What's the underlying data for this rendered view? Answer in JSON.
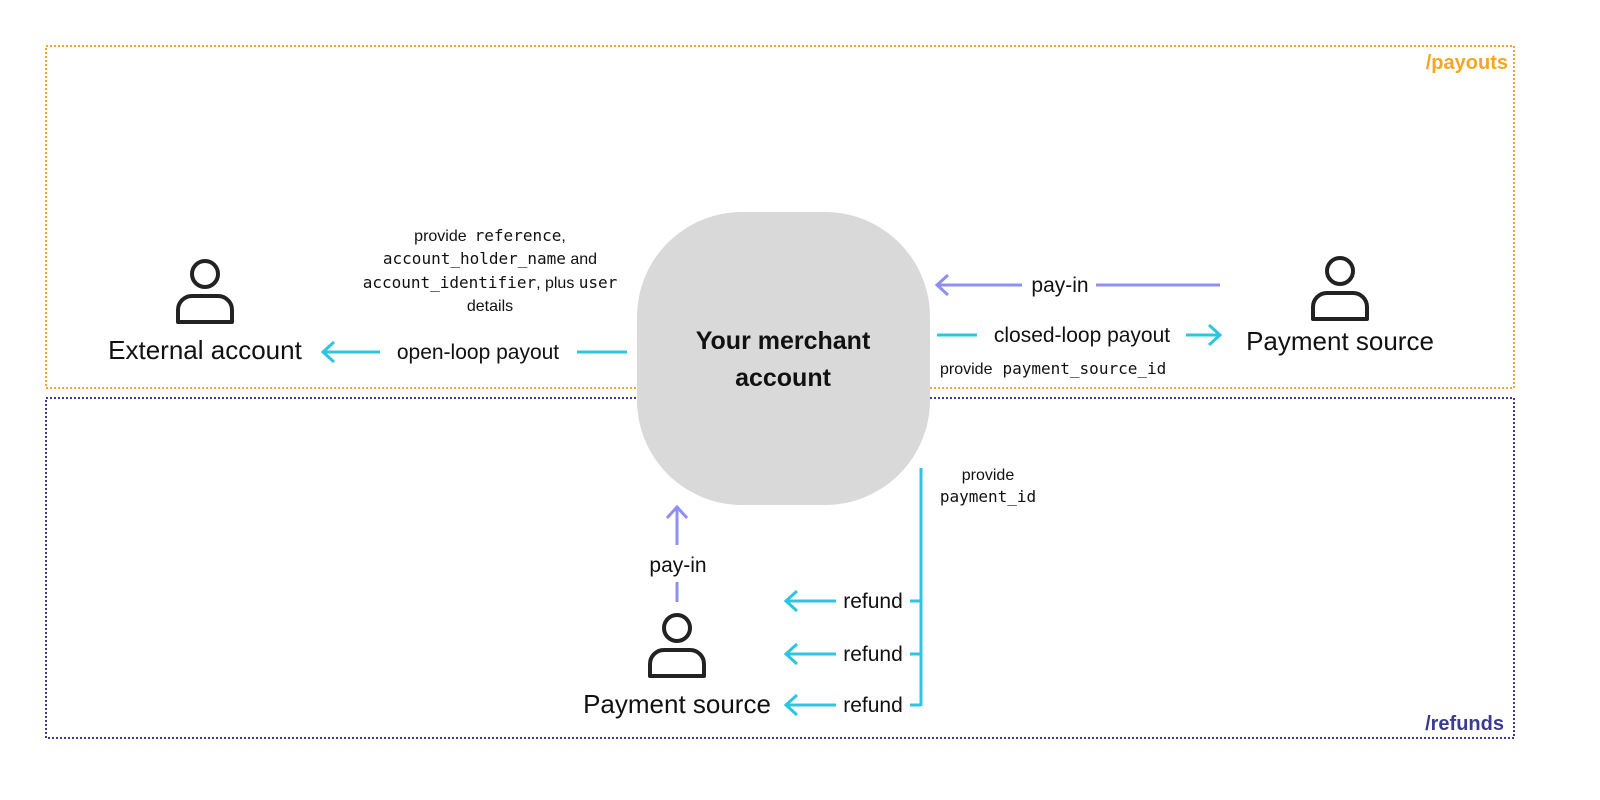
{
  "zones": {
    "payouts": {
      "label": "/payouts",
      "color": "#f5a623"
    },
    "refunds": {
      "label": "/refunds",
      "color": "#3b3b8f"
    }
  },
  "center": {
    "line1": "Your merchant",
    "line2": "account"
  },
  "actors": {
    "external": "External account",
    "payment_source_right": "Payment source",
    "payment_source_bottom": "Payment source"
  },
  "arrows": {
    "open_loop": "open-loop payout",
    "pay_in_right": "pay-in",
    "closed_loop": "closed-loop payout",
    "pay_in_bottom": "pay-in",
    "refunds": [
      "refund",
      "refund",
      "refund"
    ]
  },
  "notes": {
    "open_loop": {
      "provide": "provide",
      "reference": "reference",
      "comma": ",",
      "holder": "account_holder_name",
      "and": " and",
      "identifier": "account_identifier",
      "plus": ", plus ",
      "user": "user",
      "details": "details"
    },
    "closed_loop": {
      "provide": "provide",
      "field": "payment_source_id"
    },
    "refund": {
      "provide": "provide",
      "field": "payment_id"
    }
  },
  "colors": {
    "payout_arrow": "#2ec5e0",
    "payin_arrow": "#8f8ff2",
    "center_fill": "#d9d9d9"
  }
}
